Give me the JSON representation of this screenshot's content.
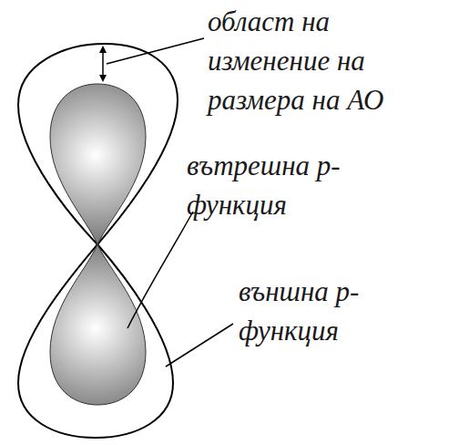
{
  "diagram": {
    "labels": [
      "област на изменение на размера на АО",
      "вътрешна p-функция",
      "външна p-функция"
    ]
  }
}
